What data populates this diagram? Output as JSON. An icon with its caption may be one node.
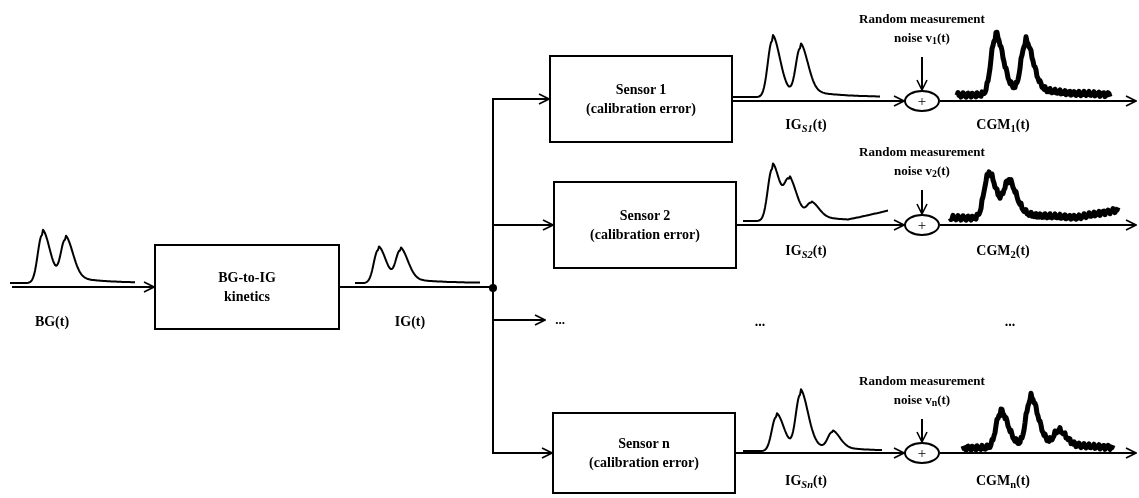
{
  "diagram": {
    "nodes": [
      {
        "text": [
          "BG-to-IG kinetics"
        ]
      },
      {
        "text": [
          "Sensor 1",
          "(calibration error)"
        ]
      },
      {
        "text": [
          "Random measurement noise v$_{1}$(t)"
        ]
      },
      {
        "text": [
          "+"
        ]
      },
      {
        "text": [
          "Sensor 2",
          "(calibration error)"
        ]
      },
      {
        "text": [
          "Random measurement noise v$_{2}$(t)"
        ]
      },
      {
        "text": [
          "+"
        ]
      },
      {
        "text": [
          "..."
        ]
      },
      {
        "text": [
          "Sensor n",
          "(calibration error)"
        ]
      },
      {
        "text": [
          "Random measurement noise v$_{n}$(t)"
        ]
      },
      {
        "text": [
          "+"
        ]
      }
    ],
    "edges": [
      {
        "from": null,
        "to": 0,
        "arrow": "to"
      },
      {
        "from": 0,
        "to": 1,
        "arrow": "to"
      },
      {
        "from": 0,
        "to": 4,
        "arrow": "to"
      },
      {
        "from": 0,
        "to": 7,
        "arrow": "to"
      },
      {
        "from": 0,
        "to": 8,
        "arrow": "to"
      },
      {
        "from": 1,
        "to": 3,
        "arrow": "to"
      },
      {
        "from": 2,
        "to": 3,
        "arrow": "to"
      },
      {
        "from": 3,
        "to": null,
        "arrow": "to"
      },
      {
        "from": 4,
        "to": 6,
        "arrow": "to"
      },
      {
        "from": 5,
        "to": 6,
        "arrow": "to"
      },
      {
        "from": 6,
        "to": null,
        "arrow": "to"
      },
      {
        "from": 8,
        "to": 10,
        "arrow": "to"
      },
      {
        "from": 9,
        "to": 10,
        "arrow": "to"
      },
      {
        "from": 10,
        "to": null,
        "arrow": "to"
      }
    ],
    "labels": [
      "BG(t)",
      "IG(t)",
      "IG$_{S1}$(t)",
      "CGM$_{1}$(t)",
      "IG$_{S2}$(t)",
      "CGM$_{2}$(t)",
      "...",
      "...",
      "IG$_{Sn}$(t)",
      "CGM$_{n}$(t)"
    ]
  }
}
